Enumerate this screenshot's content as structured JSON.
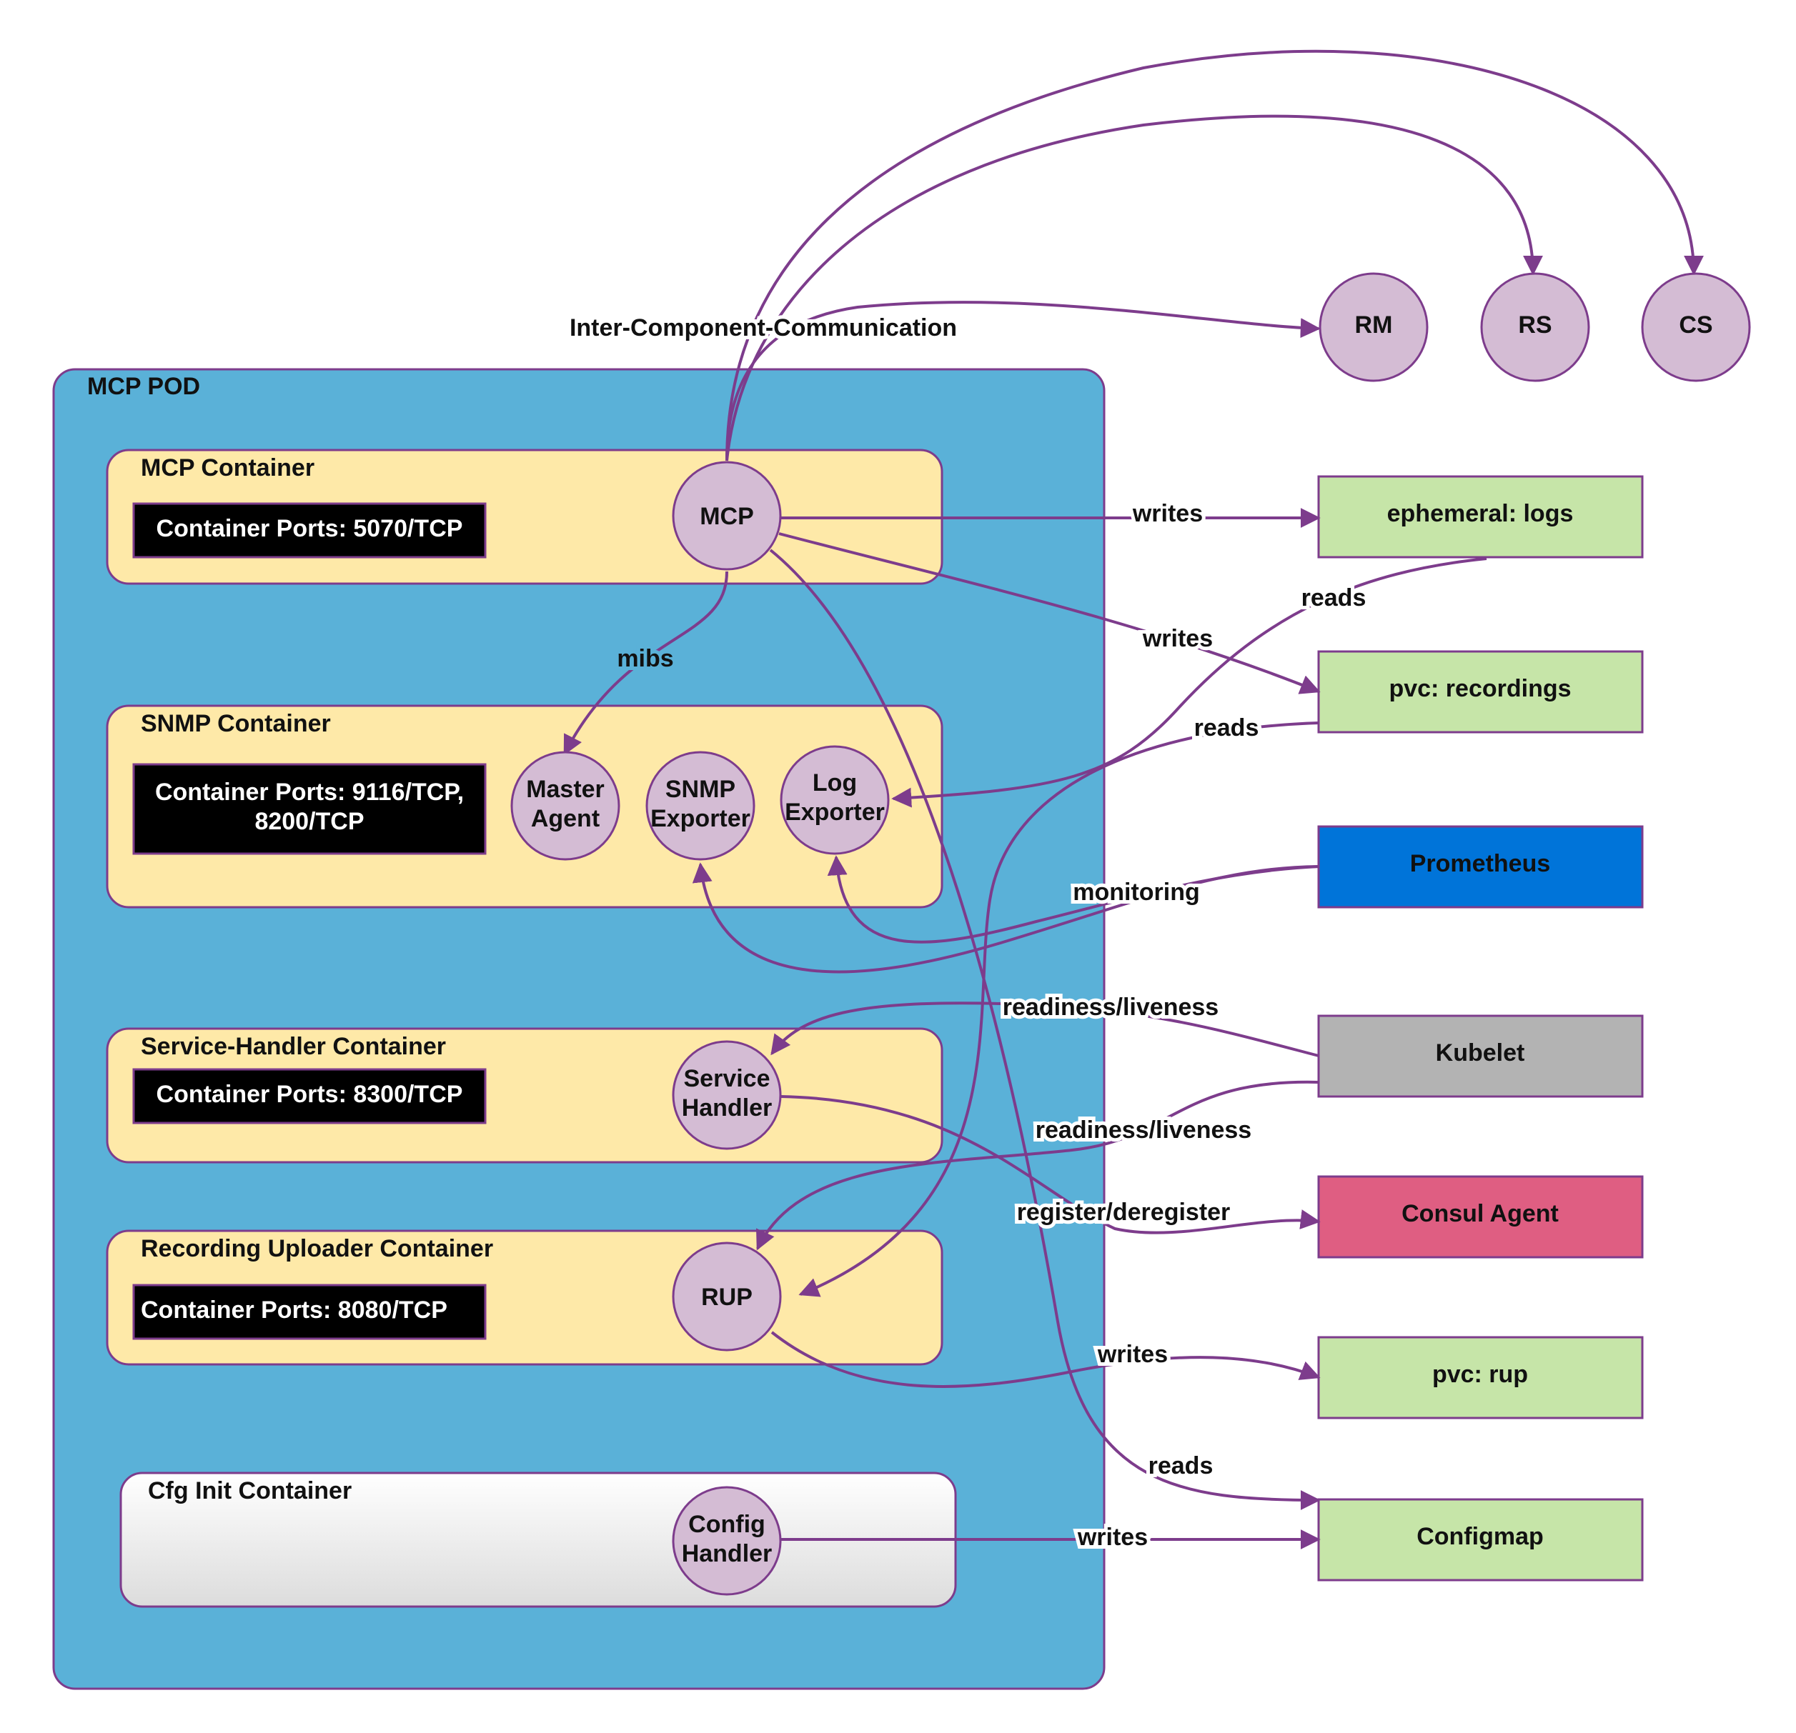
{
  "pod": {
    "title": "MCP POD"
  },
  "containers": {
    "mcp": {
      "title": "MCP Container",
      "ports": "Container Ports: 5070/TCP"
    },
    "snmp": {
      "title": "SNMP Container",
      "ports_line1": "Container Ports: 9116/TCP,",
      "ports_line2": "8200/TCP"
    },
    "service_handler": {
      "title": "Service-Handler Container",
      "ports": "Container Ports: 8300/TCP"
    },
    "recording_uploader": {
      "title": "Recording Uploader Container",
      "ports": "Container Ports: 8080/TCP"
    },
    "cfg_init": {
      "title": "Cfg Init Container"
    }
  },
  "nodes": {
    "mcp": "MCP",
    "master_agent": [
      "Master",
      "Agent"
    ],
    "snmp_exporter": [
      "SNMP",
      "Exporter"
    ],
    "log_exporter": [
      "Log",
      "Exporter"
    ],
    "service_handler": [
      "Service",
      "Handler"
    ],
    "rup": "RUP",
    "config_handler": [
      "Config",
      "Handler"
    ],
    "rm": "RM",
    "rs": "RS",
    "cs": "CS"
  },
  "external": {
    "ephemeral_logs": "ephemeral: logs",
    "pvc_recordings": "pvc: recordings",
    "prometheus": "Prometheus",
    "kubelet": "Kubelet",
    "consul_agent": "Consul Agent",
    "pvc_rup": "pvc: rup",
    "configmap": "Configmap"
  },
  "edge_labels": {
    "inter_component": "Inter-Component-Communication",
    "mibs": "mibs",
    "writes_logs": "writes",
    "writes_recordings": "writes",
    "reads_logs": "reads",
    "reads_recordings": "reads",
    "monitoring": "monitoring",
    "readiness_sh": "readiness/liveness",
    "readiness_rup": "readiness/liveness",
    "register": "register/deregister",
    "writes_rup": "writes",
    "reads_configmap": "reads",
    "writes_configmap": "writes"
  },
  "colors": {
    "pod_fill": "#5ab1d8",
    "container_fill": "#fee9a8",
    "node_fill": "#d4bcd4",
    "edge": "#7d3c8c",
    "storage_fill": "#c6e5a8",
    "prometheus_fill": "#0074d9",
    "kubelet_fill": "#b3b3b3",
    "consul_fill": "#df5e82",
    "port_box_fill": "#000000"
  }
}
